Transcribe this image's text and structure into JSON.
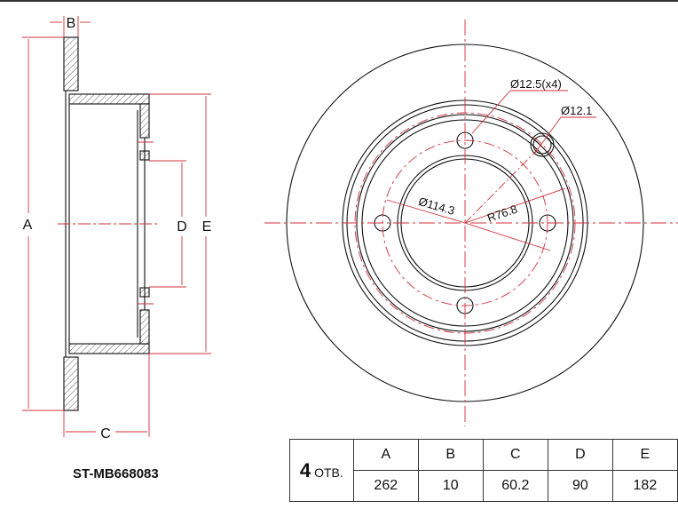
{
  "part_number": "ST-MB668083",
  "side_view": {
    "labels": {
      "a": "A",
      "b": "B",
      "c": "C",
      "d": "D",
      "e": "E"
    }
  },
  "front_view": {
    "bolt_hole": "Ø12.5(x4)",
    "small_hole": "Ø12.1",
    "pcd": "Ø114.3",
    "radius": "R76.8"
  },
  "table": {
    "holes_count": "4",
    "holes_label": "ОТВ.",
    "headers": [
      "A",
      "B",
      "C",
      "D",
      "E"
    ],
    "values": [
      "262",
      "10",
      "60.2",
      "90",
      "182"
    ]
  },
  "colors": {
    "dimension": "#d0303a",
    "line": "#111111"
  }
}
